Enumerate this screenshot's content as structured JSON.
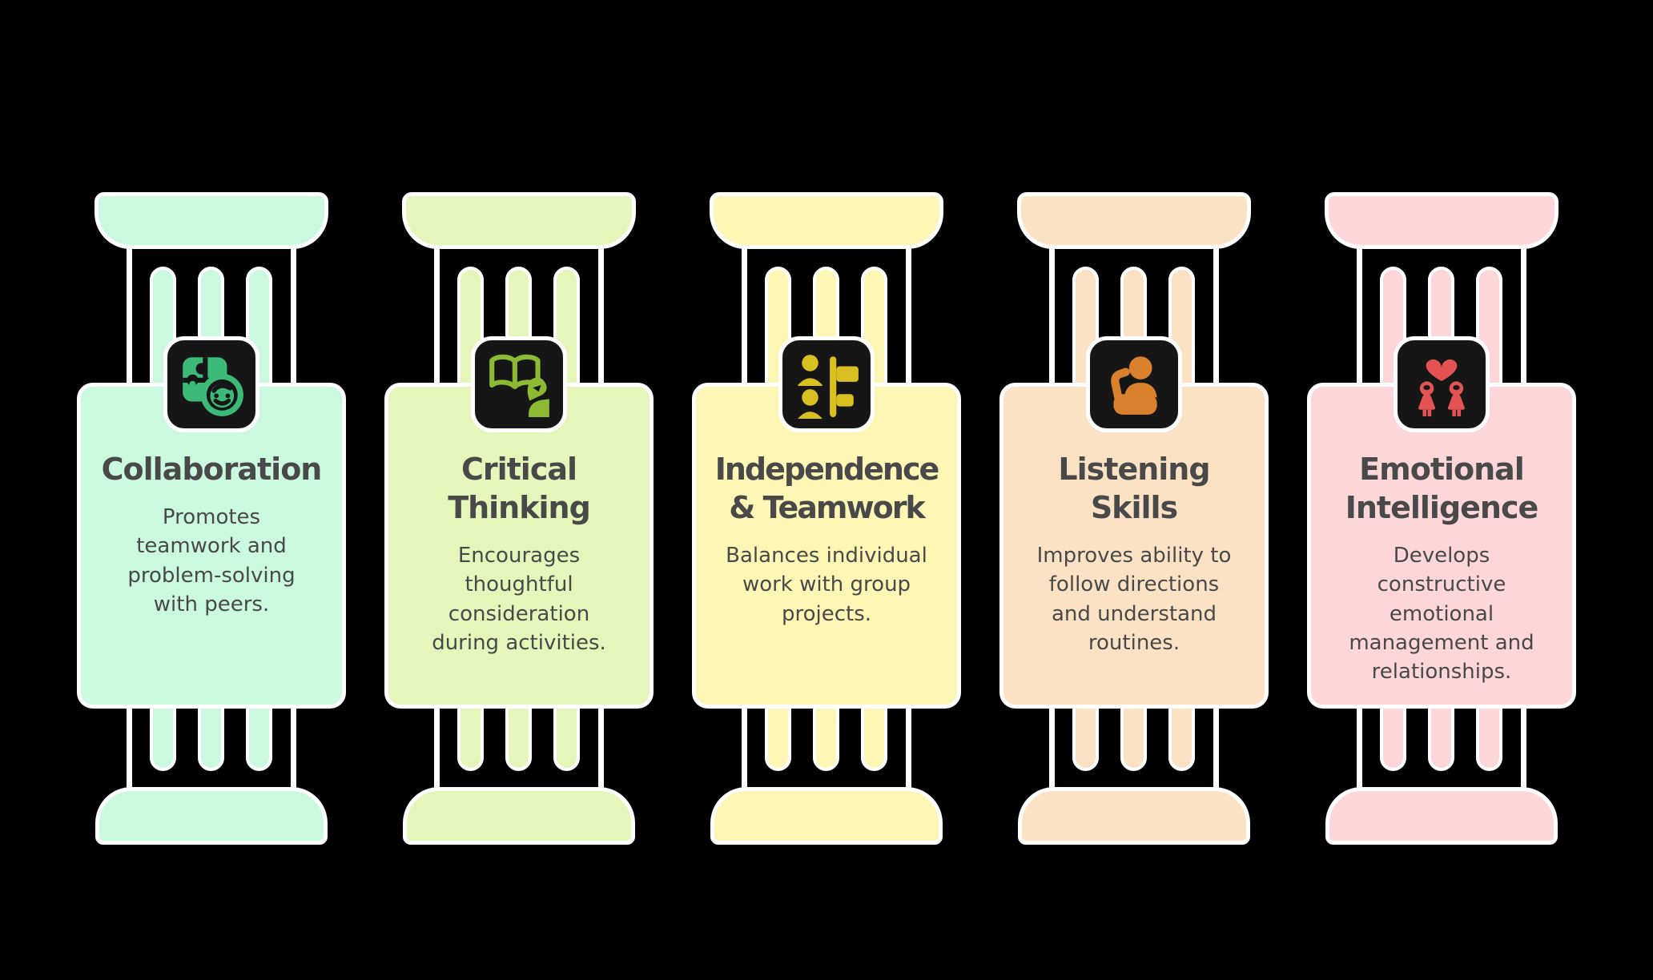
{
  "theme": {
    "background": "#000000",
    "outline": "#ffffff",
    "icon_tile": "#161616",
    "text": "#494949"
  },
  "pillars": [
    {
      "id": "collaboration",
      "icon": "puzzle-smiley-icon",
      "title": "Collaboration",
      "description": "Promotes\nteamwork and\nproblem-solving\nwith peers.",
      "fill": "#cbf9e0",
      "accent": "#3cba78"
    },
    {
      "id": "critical-thinking",
      "icon": "book-reader-icon",
      "title": "Critical\nThinking",
      "description": "Encourages\nthoughtful\nconsideration\nduring activities.",
      "fill": "#e4f6ba",
      "accent": "#8cba33"
    },
    {
      "id": "independence-teamwork",
      "icon": "people-signpost-icon",
      "title": "Independence\n& Teamwork",
      "description": "Balances individual\nwork with group\nprojects.",
      "fill": "#fdf6b4",
      "accent": "#d9c021",
      "title_wide": true
    },
    {
      "id": "listening-skills",
      "icon": "person-raising-hand-icon",
      "title": "Listening\nSkills",
      "description": "Improves ability to\nfollow directions\nand understand\nroutines.",
      "fill": "#fce2c5",
      "accent": "#da812e"
    },
    {
      "id": "emotional-intelligence",
      "icon": "heart-people-icon",
      "title": "Emotional\nIntelligence",
      "description": "Develops\nconstructive\nemotional\nmanagement and\nrelationships.",
      "fill": "#fcd6d8",
      "accent": "#e35354"
    }
  ]
}
